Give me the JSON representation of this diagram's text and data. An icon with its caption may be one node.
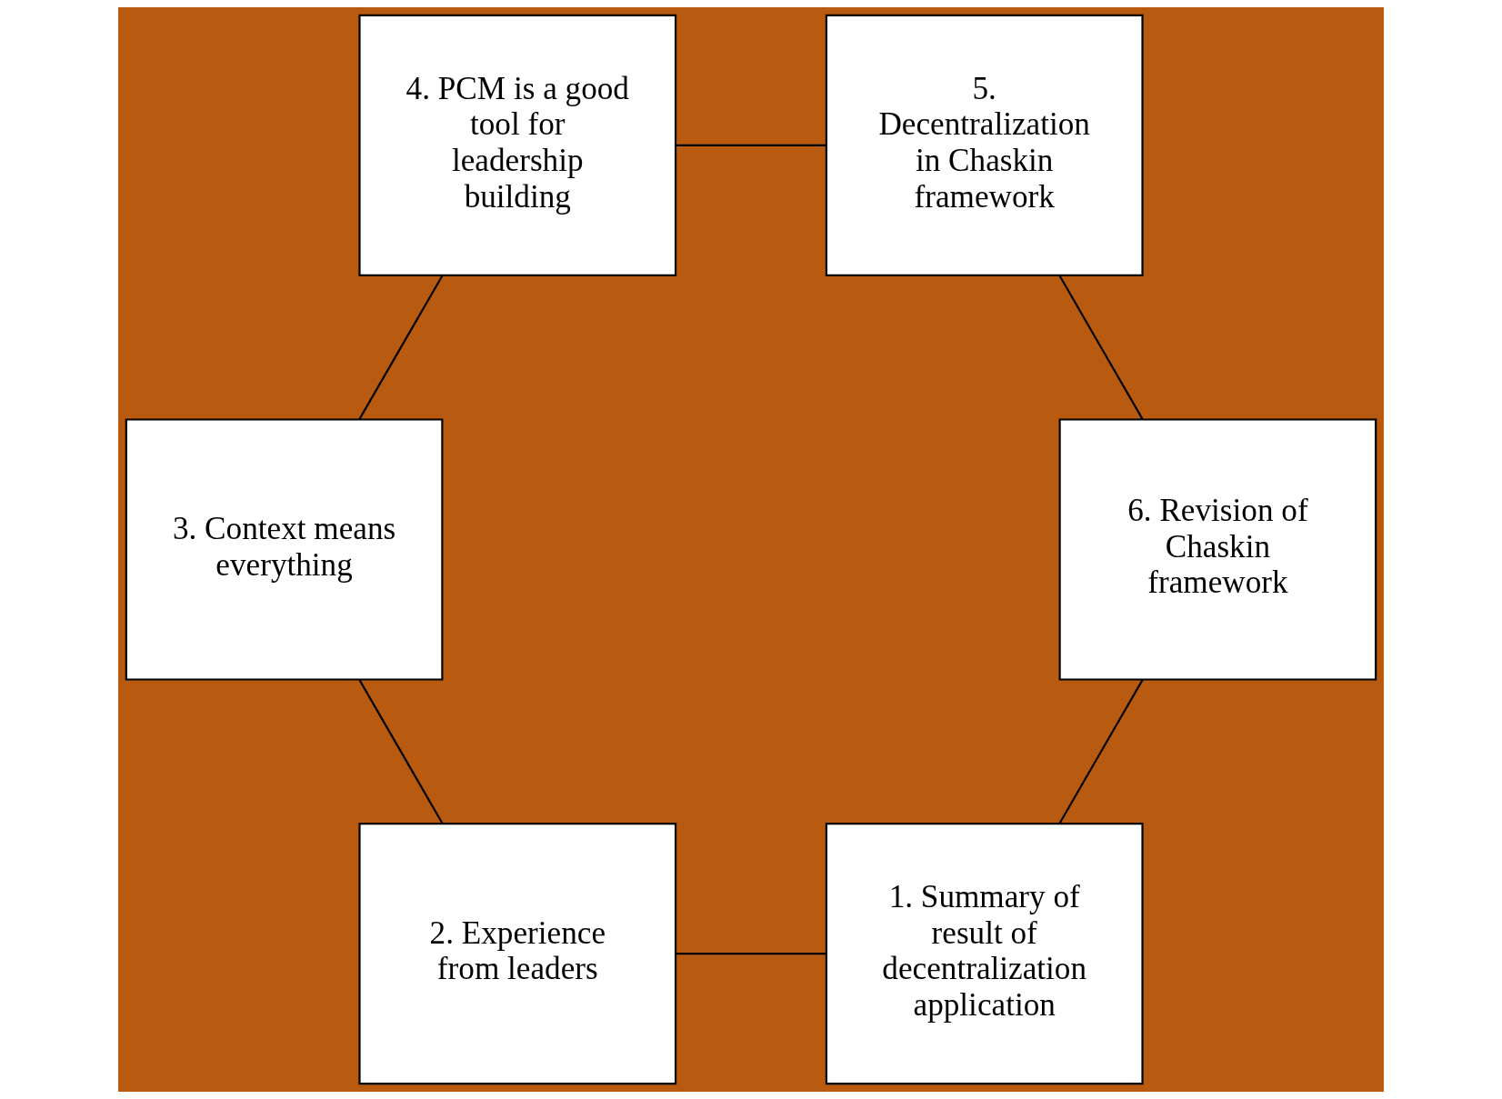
{
  "diagram": {
    "nodes": [
      {
        "text": [
          "1. Summary of result of decentralization application"
        ]
      },
      {
        "text": [
          "2. Experience from leaders"
        ]
      },
      {
        "text": [
          "3. Context means everything"
        ]
      },
      {
        "text": [
          "4. PCM is a good tool for leadership building"
        ]
      },
      {
        "text": [
          "5. Decentralization in Chaskin framework"
        ]
      },
      {
        "text": [
          "6. Revision of Chaskin framework"
        ]
      }
    ],
    "edges": [
      {
        "from": 5,
        "to": 0,
        "arrow": "none"
      },
      {
        "from": 0,
        "to": 1,
        "arrow": "none"
      },
      {
        "from": 1,
        "to": 2,
        "arrow": "none"
      },
      {
        "from": 2,
        "to": 3,
        "arrow": "none"
      },
      {
        "from": 3,
        "to": 4,
        "arrow": "none"
      },
      {
        "from": 4,
        "to": 5,
        "arrow": "none"
      }
    ]
  }
}
